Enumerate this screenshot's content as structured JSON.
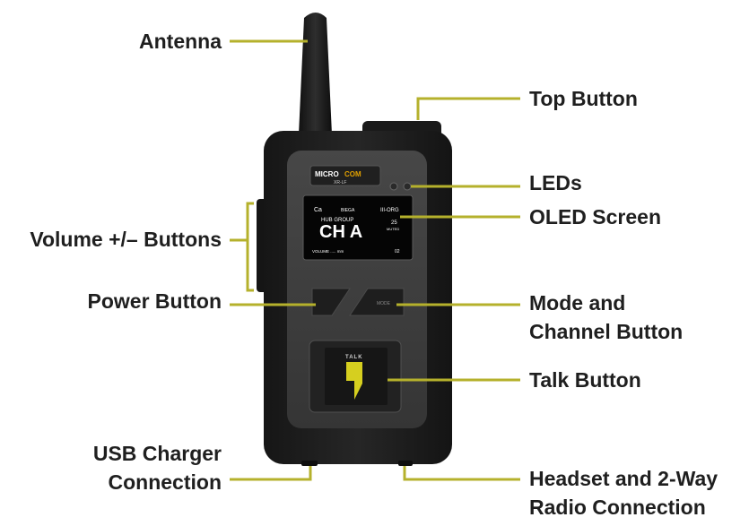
{
  "device": {
    "brand_left": "MICRO",
    "brand_right": "COM",
    "model": "XR-LF",
    "screen": {
      "status_left": "Ca",
      "status_mid": "BIEGA",
      "status_right": "III-ORG",
      "group": "HUB GROUP",
      "channel": "CH A",
      "bottom_left": "VOLUME ..... mm",
      "bottom_right": "02",
      "side_small_1": "25",
      "side_small_2": "MUTED"
    },
    "talk_key_label": "TALK",
    "mode_key_label": "MODE"
  },
  "labels": {
    "antenna": "Antenna",
    "top_button": "Top Button",
    "leds": "LEDs",
    "oled_screen": "OLED Screen",
    "volume_buttons": "Volume +/– Buttons",
    "power_button": "Power Button",
    "mode_channel_line1": "Mode and",
    "mode_channel_line2": "Channel Button",
    "talk_button": "Talk Button",
    "usb_line1": "USB Charger",
    "usb_line2": "Connection",
    "headset_line1": "Headset and 2-Way",
    "headset_line2": "Radio Connection"
  },
  "colors": {
    "callout": "#b5b12c",
    "body_dark": "#1c1c1c",
    "panel": "#3b3b3b",
    "talk_yellow": "#d6cf1f",
    "label_text": "#1f1f1f"
  }
}
